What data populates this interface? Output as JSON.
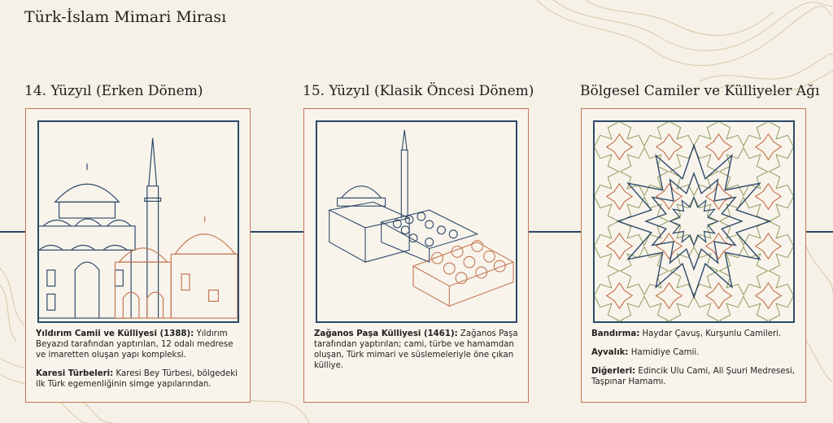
{
  "page_title": "Türk-İslam Mimari Mirası",
  "accent_colors": {
    "border": "#c57652",
    "frame": "#2d4868",
    "olive": "#8f9a5c"
  },
  "columns": [
    {
      "heading": "14. Yüzyıl (Erken Dönem)",
      "illustration": "mosque-drawing",
      "entries": [
        {
          "label": "Yıldırım Camii ve Külliyesi (1388):",
          "text": " Yıldırım Beyazıd tarafından yaptırılan, 12 odalı medrese ve imaretten oluşan yapı kompleksi."
        },
        {
          "label": "Karesi Türbeleri:",
          "text": " Karesi Bey Türbesi, bölgedeki ilk Türk egemenliğinin simge yapılarından."
        }
      ]
    },
    {
      "heading": "15. Yüzyıl (Klasik Öncesi Dönem)",
      "illustration": "isometric-complex-drawing",
      "entries": [
        {
          "label": "Zağanos Paşa Külliyesi (1461):",
          "text": " Zağanos Paşa tarafından yaptırılan; cami, türbe ve hamamdan oluşan, Türk mimari ve süslemeleriyle öne çıkan külliye."
        }
      ]
    },
    {
      "heading": "Bölgesel Camiler ve Külliyeler Ağı",
      "illustration": "geometric-star-pattern",
      "entries": [
        {
          "label": "Bandırma:",
          "text": " Haydar Çavuş, Kurşunlu Camileri."
        },
        {
          "label": "Ayvalık:",
          "text": " Hamidiye Camii."
        },
        {
          "label": "Diğerleri:",
          "text": " Edincik Ulu Cami, Ali Şuuri Medresesi, Taşpınar Hamamı."
        }
      ]
    }
  ]
}
